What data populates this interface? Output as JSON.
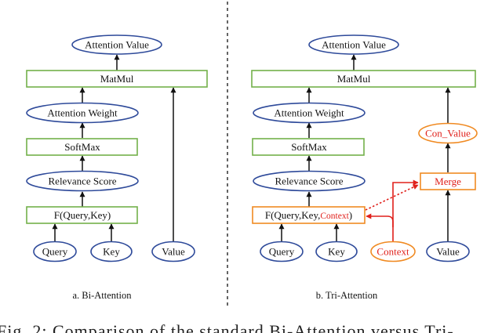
{
  "colors": {
    "blue_stroke": "#2e4a9a",
    "green_stroke": "#73b04a",
    "orange_stroke": "#f08a22",
    "red_text": "#e0201b",
    "black": "#111111"
  },
  "left": {
    "attention_value": "Attention Value",
    "matmul": "MatMul",
    "attention_weight": "Attention Weight",
    "softmax": "SoftMax",
    "relevance_score": "Relevance Score",
    "f_query_key": "F(Query,Key)",
    "query": "Query",
    "key": "Key",
    "value": "Value",
    "caption": "a. Bi-Attention"
  },
  "right": {
    "attention_value": "Attention Value",
    "matmul": "MatMul",
    "attention_weight": "Attention Weight",
    "softmax": "SoftMax",
    "relevance_score": "Relevance Score",
    "f_prefix": "F(Query,Key,",
    "f_context": "Context",
    "f_suffix": ")",
    "con_value": "Con_Value",
    "merge": "Merge",
    "query": "Query",
    "key": "Key",
    "context": "Context",
    "value": "Value",
    "caption": "b. Tri-Attention"
  },
  "figure_caption": "Fig. 2: Comparison of the standard Bi-Attention versus Tri-"
}
